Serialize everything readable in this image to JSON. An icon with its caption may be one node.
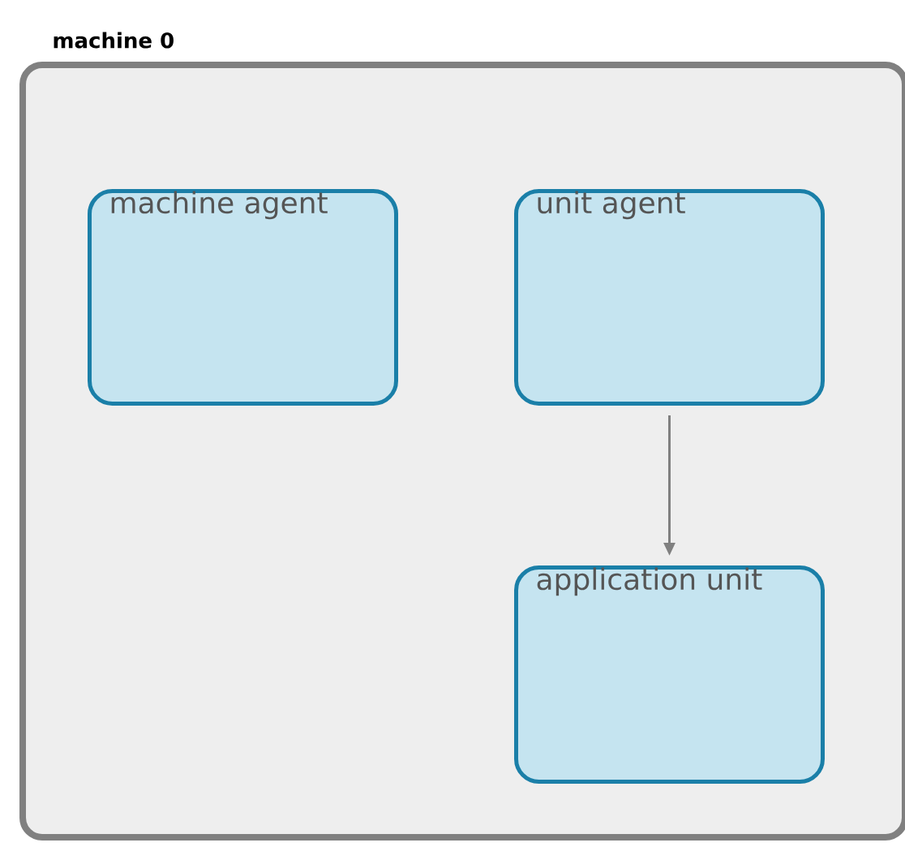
{
  "diagram": {
    "nodes": [
      {
        "text": [
          "machine 0"
        ]
      },
      {
        "text": [
          "machine agent"
        ],
        "in": 0
      },
      {
        "text": [
          "unit agent"
        ],
        "in": 0
      },
      {
        "text": [
          "application unit"
        ],
        "in": 0
      }
    ],
    "edges": [
      {
        "from": 2,
        "to": 3,
        "arrow": "to"
      }
    ]
  }
}
